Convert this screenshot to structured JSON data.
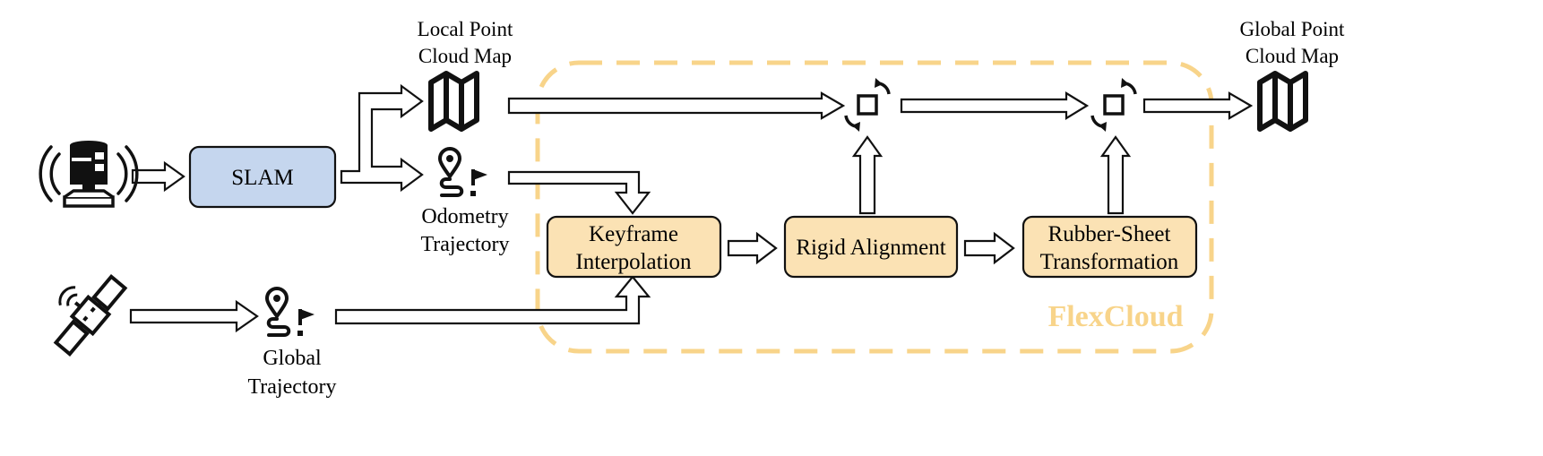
{
  "labels": {
    "local_map_l1": "Local Point",
    "local_map_l2": "Cloud Map",
    "global_map_l1": "Global Point",
    "global_map_l2": "Cloud Map",
    "odometry_l1": "Odometry",
    "odometry_l2": "Trajectory",
    "global_traj_l1": "Global",
    "global_traj_l2": "Trajectory"
  },
  "boxes": {
    "slam": "SLAM",
    "keyframe_l1": "Keyframe",
    "keyframe_l2": "Interpolation",
    "rigid": "Rigid Alignment",
    "rubber_l1": "Rubber-Sheet",
    "rubber_l2": "Transformation"
  },
  "region_label": "FlexCloud",
  "colors": {
    "slam_fill": "#c5d6ee",
    "module_fill": "#fbe2b4",
    "region_stroke": "#f8d48a",
    "region_text": "#f8d48a",
    "line": "#111111"
  },
  "icons": [
    "lidar-sensor-icon",
    "satellite-icon",
    "map-icon",
    "trajectory-icon",
    "transform-icon"
  ]
}
